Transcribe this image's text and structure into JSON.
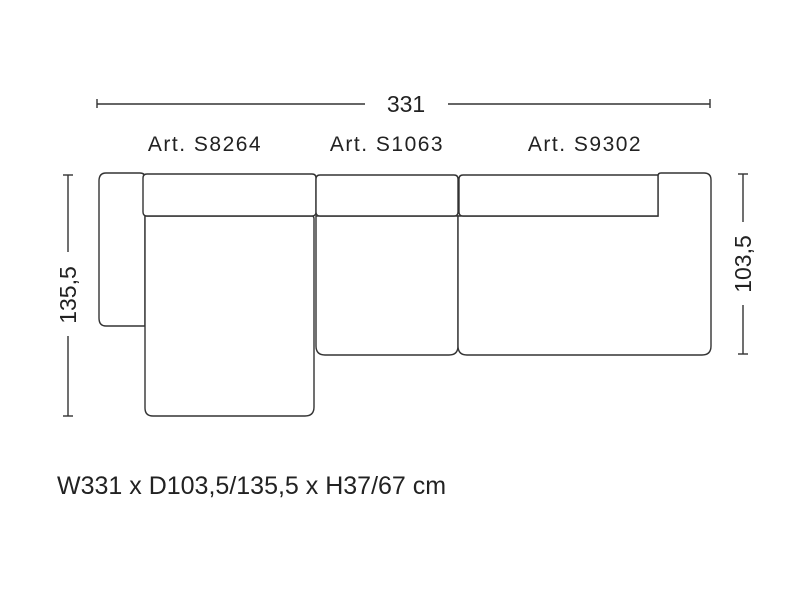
{
  "dimensions": {
    "width_label": "331",
    "depth_left_label": "135,5",
    "depth_right_label": "103,5"
  },
  "modules": [
    {
      "label": "Art. S8264"
    },
    {
      "label": "Art. S1063"
    },
    {
      "label": "Art. S9302"
    }
  ],
  "footer": {
    "spec": "W331 x D103,5/135,5 x H37/67 cm"
  },
  "colors": {
    "line": "#333333",
    "text": "#222222",
    "background": "#ffffff"
  }
}
